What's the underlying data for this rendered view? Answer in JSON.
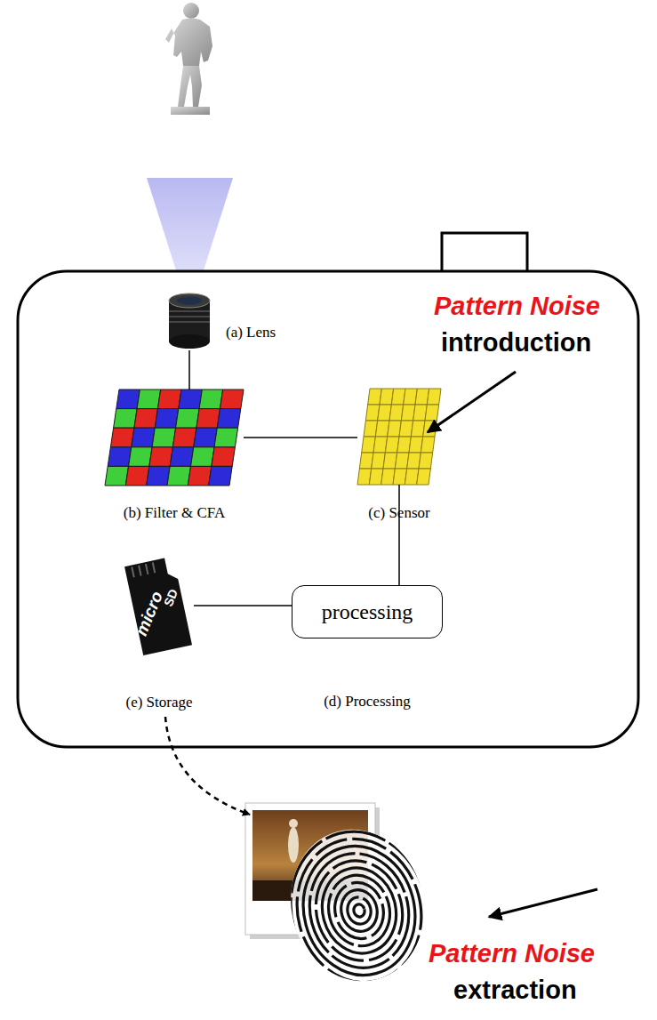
{
  "diagram": {
    "nodes": [
      {
        "text": [
          "(a) Lens"
        ]
      },
      {
        "text": [
          "(b) Filter & CFA"
        ]
      },
      {
        "text": [
          "(c) Sensor"
        ]
      },
      {
        "text": [
          "processing",
          "(d) Processing"
        ]
      },
      {
        "text": [
          "(e) Storage"
        ]
      }
    ],
    "edges": [
      {
        "from": 0,
        "to": 1,
        "arrow": "none"
      },
      {
        "from": 1,
        "to": 2,
        "arrow": "none"
      },
      {
        "from": 2,
        "to": 3,
        "arrow": "none"
      },
      {
        "from": 3,
        "to": 4,
        "arrow": "none"
      }
    ],
    "labels": [
      "Pattern Noise",
      "introduction",
      "Pattern Noise",
      "extraction",
      "micro",
      "SD"
    ]
  }
}
